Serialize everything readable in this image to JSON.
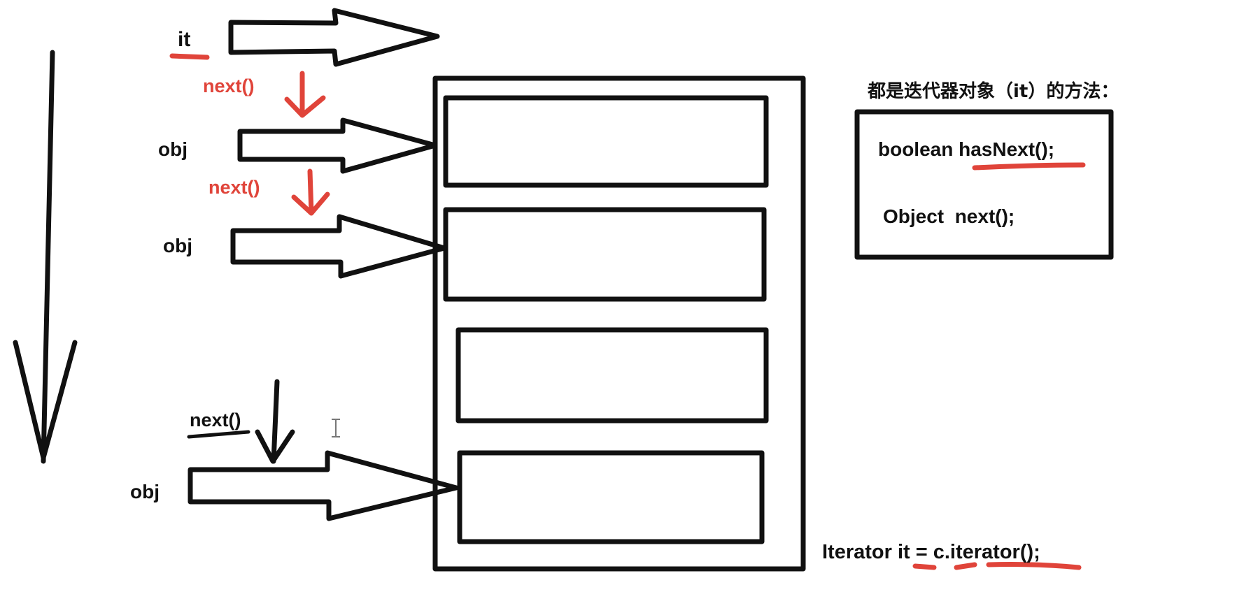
{
  "colors": {
    "ink": "#111111",
    "annotation": "#e0443a",
    "background": "#ffffff"
  },
  "iterator": {
    "var_label": "it",
    "steps": [
      {
        "call": "next()",
        "result": "obj"
      },
      {
        "call": "next()",
        "result": "obj"
      },
      {
        "call": "next()",
        "result": "obj"
      }
    ]
  },
  "methods_box": {
    "heading": "都是迭代器对象（it）的方法：",
    "items": [
      "boolean hasNext();",
      "Object  next();"
    ]
  },
  "creation_code": "Iterator it = c.iterator();",
  "icons": {
    "cursor": "text-cursor-icon"
  }
}
